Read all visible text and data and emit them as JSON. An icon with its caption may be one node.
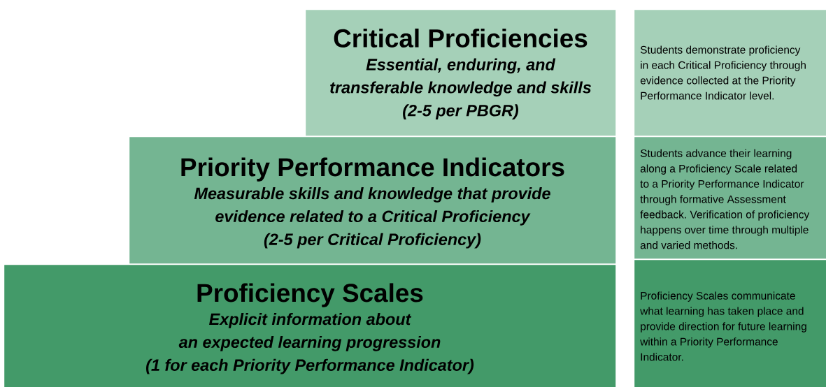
{
  "diagram": {
    "nodes": [
      {
        "text": [
          "Critical Proficiencies",
          "Essential, enduring, and transferable knowledge and skills",
          "(2-5 per PBGR)"
        ]
      },
      {
        "text": [
          "Priority Performance Indicators",
          "Measurable skills and knowledge that provide evidence related to a Critical Proficiency",
          "(2-5 per Critical Proficiency)"
        ]
      },
      {
        "text": [
          "Proficiency Scales",
          "Explicit information about",
          "an expected learning progression",
          "(1 for each Priority Performance Indicator)"
        ]
      },
      {
        "text": [
          "Students demonstrate proficiency in each Critical Proficiency through evidence collected at the Priority Performance Indicator level."
        ]
      },
      {
        "text": [
          "Students advance their learning along a Proficiency Scale related to a Priority Performance Indicator through formative Assessment feedback. Verification of proficiency happens over time through multiple and varied methods."
        ]
      },
      {
        "text": [
          "Proficiency Scales communicate what learning has taken place and provide direction for future learning within a Priority Performance Indicator."
        ]
      }
    ]
  }
}
